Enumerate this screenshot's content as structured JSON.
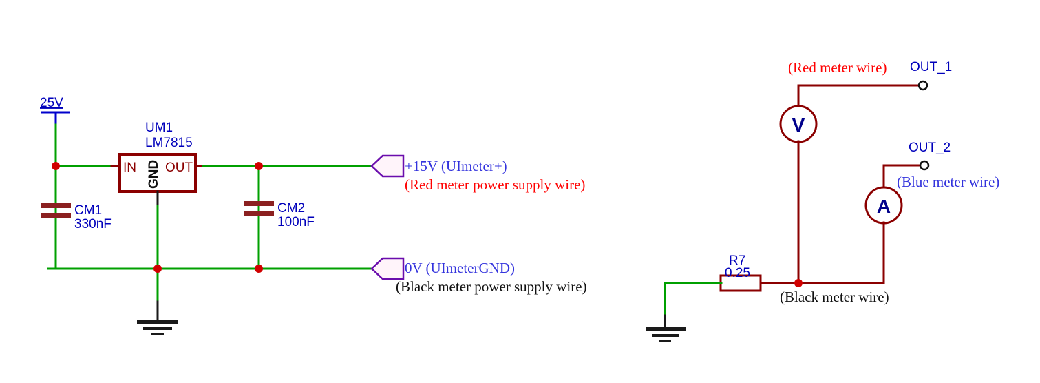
{
  "diagram": {
    "title": "Power supply regulator and meter wiring schematic",
    "colors": {
      "wire_green": "#00A000",
      "wire_dark_red": "#8B0000",
      "junction_red": "#D00000",
      "label_blue": "#0000BB",
      "note_red": "#FF0000",
      "note_blue": "#3333DD",
      "note_black": "#111111",
      "port_outline_purple": "#6A0DAD",
      "port_fill": "#FFF4FA"
    }
  },
  "left_circuit": {
    "power_port": {
      "label": "25V",
      "icon": "power-bar-icon"
    },
    "regulator": {
      "designator": "UM1",
      "part_number": "LM7815",
      "pins": {
        "input": "IN",
        "ground": "GND",
        "output": "OUT"
      }
    },
    "capacitors": [
      {
        "designator": "CM1",
        "value": "330nF"
      },
      {
        "designator": "CM2",
        "value": "100nF"
      }
    ],
    "ground": {
      "icon": "ground-icon"
    },
    "ports": [
      {
        "net": "+15V (UImeter+)",
        "note": "(Red meter power supply wire)",
        "note_color": "#FF0000",
        "icon": "port-flag-icon"
      },
      {
        "net": "0V (UImeterGND)",
        "note": "(Black meter power supply wire)",
        "note_color": "#111111",
        "icon": "port-flag-icon"
      }
    ]
  },
  "right_circuit": {
    "voltmeter": {
      "symbol": "V",
      "icon": "voltmeter-icon"
    },
    "ammeter": {
      "symbol": "A",
      "icon": "ammeter-icon"
    },
    "resistor": {
      "designator": "R7",
      "value": "0.25"
    },
    "ground": {
      "icon": "ground-icon"
    },
    "terminals": [
      {
        "label": "OUT_1",
        "icon": "terminal-circle-icon"
      },
      {
        "label": "OUT_2",
        "icon": "terminal-circle-icon"
      }
    ],
    "notes": [
      {
        "text": "(Red meter wire)",
        "color": "#FF0000"
      },
      {
        "text": "(Blue meter wire)",
        "color": "#3333DD"
      },
      {
        "text": "(Black meter wire)",
        "color": "#111111"
      }
    ]
  }
}
